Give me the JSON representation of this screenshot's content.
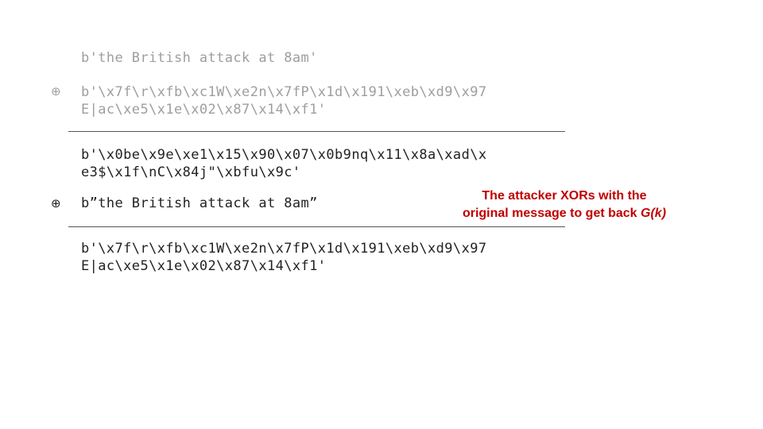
{
  "slide": {
    "plaintext_line": "b'the British attack at 8am'",
    "xor_symbol_1": "⊕",
    "keystream_line1": "b'\\x7f\\r\\xfb\\xc1W\\xe2n\\x7fP\\x1d\\x191\\xeb\\xd9\\x97",
    "keystream_line2": "E|ac\\xe5\\x1e\\x02\\x87\\x14\\xf1'",
    "ciphertext_line1": "b'\\x0be\\x9e\\xe1\\x15\\x90\\x07\\x0b9nq\\x11\\x8a\\xad\\x",
    "ciphertext_line2": "e3$\\x1f\\nC\\x84j\"\\xbfu\\x9c'",
    "xor_symbol_2": "⊕",
    "original_message_line": "b”the British attack at 8am”",
    "result_line1": "b'\\x7f\\r\\xfb\\xc1W\\xe2n\\x7fP\\x1d\\x191\\xeb\\xd9\\x97",
    "result_line2": "E|ac\\xe5\\x1e\\x02\\x87\\x14\\xf1'",
    "annotation": {
      "line1": "The attacker XORs with the",
      "line2_prefix": "original message to get back ",
      "line2_emphasis": "G(k)"
    }
  },
  "colors": {
    "gray_text": "#9e9e9e",
    "black_text": "#222222",
    "annotation_red": "#c00000",
    "rule": "#555555"
  }
}
